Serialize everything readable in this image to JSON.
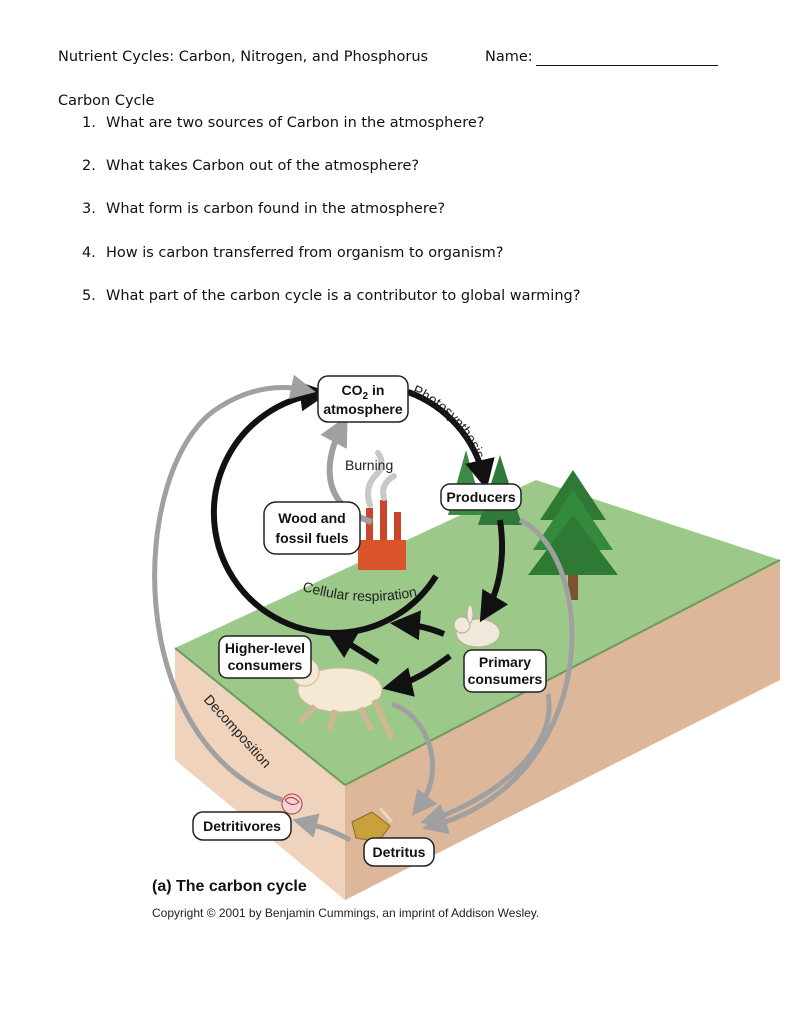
{
  "header": {
    "title": "Nutrient Cycles:  Carbon, Nitrogen, and Phosphorus",
    "name_label": "Name:"
  },
  "section": {
    "title": "Carbon Cycle"
  },
  "questions": [
    {
      "num": "1.",
      "text": "What are two sources of Carbon in the atmosphere?"
    },
    {
      "num": "2.",
      "text": "What takes Carbon out of the atmosphere?"
    },
    {
      "num": "3.",
      "text": "What form is carbon found in the atmosphere?"
    },
    {
      "num": "4.",
      "text": "How is carbon transferred from organism to organism?"
    },
    {
      "num": "5.",
      "text": "What part of the carbon cycle is a contributor to global warming?"
    }
  ],
  "diagram": {
    "co2_line1": "CO",
    "co2_sub": "2",
    "co2_line1_rest": " in",
    "co2_line2": "atmosphere",
    "photosynthesis": "Photosynthesis",
    "burning": "Burning",
    "producers": "Producers",
    "wood_line1": "Wood and",
    "wood_line2": "fossil fuels",
    "cellular_respiration": "Cellular respiration",
    "higher_line1": "Higher-level",
    "higher_line2": "consumers",
    "primary_line1": "Primary",
    "primary_line2": "consumers",
    "decomposition": "Decomposition",
    "detritivores": "Detritivores",
    "detritus": "Detritus",
    "caption": "(a) The carbon cycle",
    "copyright": "Copyright © 2001 by Benjamin Cummings, an imprint of Addison Wesley."
  },
  "colors": {
    "grass_top": "#9cc98a",
    "soil_front": "#efd3bd",
    "soil_side": "#dcb79a",
    "black_arrow": "#111111",
    "gray_arrow": "#a0a0a0"
  }
}
